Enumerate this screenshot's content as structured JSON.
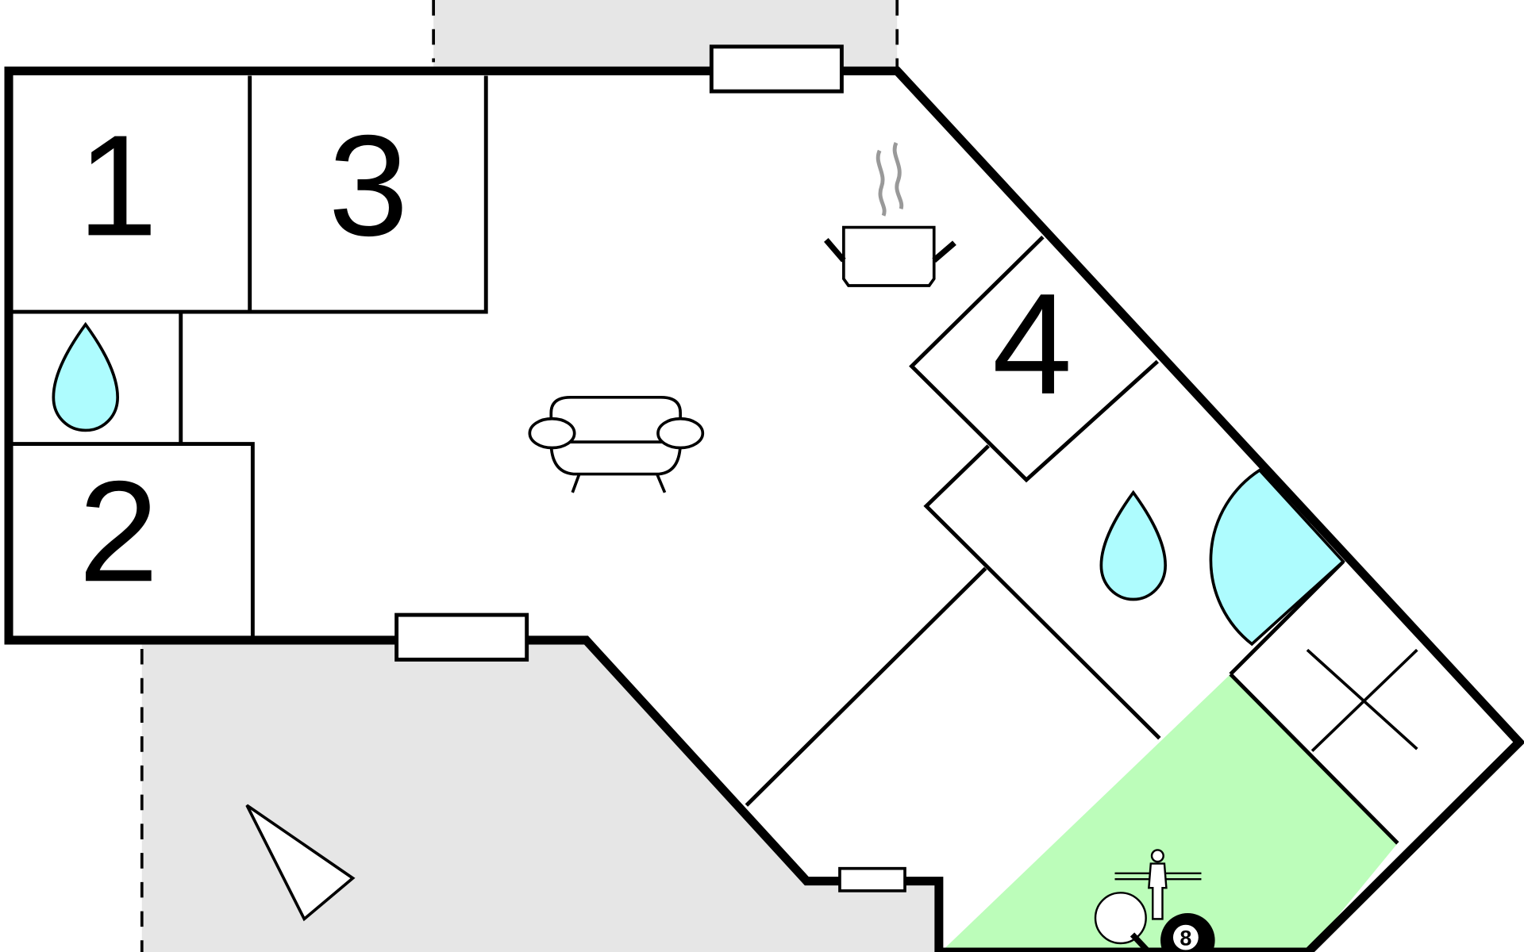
{
  "rooms": [
    {
      "id": "bedroom-1",
      "label": "1"
    },
    {
      "id": "bedroom-3",
      "label": "3"
    },
    {
      "id": "bedroom-2",
      "label": "2"
    },
    {
      "id": "bedroom-4",
      "label": "4"
    }
  ],
  "billiard_ball_label": "8",
  "icons": [
    "water-drop-icon",
    "sofa-icon",
    "cooking-pot-icon",
    "shower-icon",
    "sun-lounger-icon",
    "foosball-icon",
    "table-tennis-icon",
    "billiard-ball-icon",
    "cross-icon"
  ],
  "colors": {
    "outline": "#000000",
    "terrace": "#e6e6e6",
    "water": "#aefcfe",
    "activity_room": "#bcfdba",
    "steam": "#999999",
    "background": "#ffffff"
  }
}
